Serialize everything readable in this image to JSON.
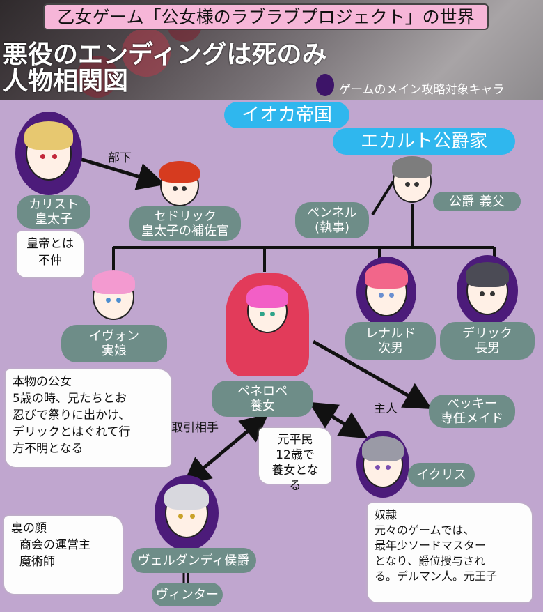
{
  "header": {
    "title": "乙女ゲーム「公女様のラブラブプロジェクト」の世界",
    "subtitle_line1": "悪役のエンディングは死のみ",
    "subtitle_line2": "人物相関図",
    "legend": "ゲームのメイン攻略対象キャラ"
  },
  "groups": {
    "empire": "イオカ帝国",
    "duke_house": "エカルト公爵家"
  },
  "edges": {
    "subordinate": "部下",
    "master": "主人",
    "trade_partner": "取引相手"
  },
  "characters": {
    "callisto": {
      "name": "カリスト",
      "role": "皇太子"
    },
    "cedric": {
      "name": "セドリック",
      "role": "皇太子の補佐官"
    },
    "duke": {
      "name": "公爵",
      "role": "義父"
    },
    "pennel": {
      "name": "ペンネル",
      "role": "(執事)"
    },
    "yvonne": {
      "name": "イヴォン",
      "role": "実娘"
    },
    "penelope": {
      "name": "ペネロペ",
      "role": "養女"
    },
    "reynold": {
      "name": "レナルド",
      "role": "次男"
    },
    "derrick": {
      "name": "デリック",
      "role": "長男"
    },
    "becky": {
      "name": "ベッキー",
      "role": "専任メイド"
    },
    "eclise": {
      "name": "イクリス"
    },
    "vinter": {
      "name": "ヴェルダンディ侯爵",
      "alias": "ヴィンター"
    }
  },
  "notes": {
    "callisto": [
      "皇帝とは",
      "不仲"
    ],
    "yvonne": [
      "本物の公女",
      "5歳の時、兄たちとお",
      "忍びで祭りに出かけ、",
      "デリックとはぐれて行",
      "方不明となる"
    ],
    "penelope": [
      "元平民",
      "12歳で",
      "養女となる"
    ],
    "eclise": [
      "奴隷",
      "元々のゲームでは、",
      "最年少ソードマスター",
      "となり、爵位授与され",
      "る。デルマン人。元王子"
    ],
    "vinter": [
      "裏の顔",
      "商会の運営主",
      "魔術師"
    ]
  },
  "colors": {
    "background": "#c0a6cf",
    "pill": "#6e8d88",
    "blue_pill": "#2fb7ee",
    "title_banner": "#f6b6d8",
    "main_target": "#4c1b7a"
  }
}
